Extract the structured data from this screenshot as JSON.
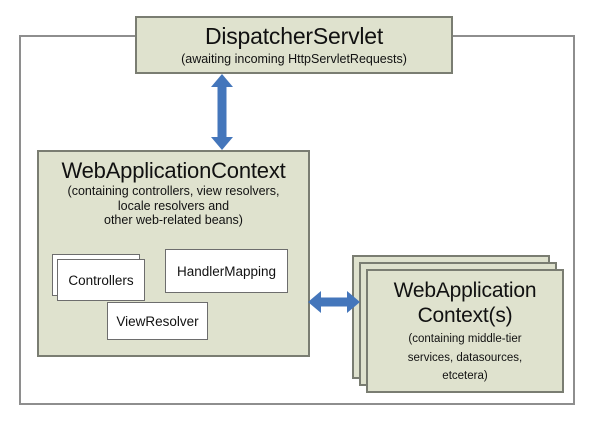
{
  "diagram": {
    "type": "architecture-block-diagram",
    "colors": {
      "box_fill": "#dfe2ce",
      "box_border": "#7a7d72",
      "inner_box_fill": "#ffffff",
      "inner_box_border": "#6d6d6d",
      "arrow": "#4476bb",
      "frame_border": "#8e8e8e",
      "background": "#ffffff",
      "text": "#111111"
    },
    "dispatcher_servlet": {
      "title": "DispatcherServlet",
      "subtitle": "(awaiting incoming HttpServletRequests)"
    },
    "web_application_context": {
      "title": "WebApplicationContext",
      "subtitle_lines": [
        "(containing controllers, view resolvers,",
        "locale resolvers and",
        "other web-related beans)"
      ],
      "inner_boxes": [
        {
          "label": "Controllers",
          "stacked": true
        },
        {
          "label": "HandlerMapping",
          "stacked": false
        },
        {
          "label": "ViewResolver",
          "stacked": false
        }
      ]
    },
    "backend_contexts": {
      "title_line_1": "WebApplication",
      "title_line_2": "Context(s)",
      "subtitle_lines": [
        "(containing middle-tier",
        "services, datasources,",
        "etcetera)"
      ],
      "stack_count": 3
    },
    "arrows": [
      {
        "name": "dispatcher-to-webapp-context",
        "orientation": "vertical",
        "heads": "both"
      },
      {
        "name": "webapp-context-to-backend-contexts",
        "orientation": "horizontal",
        "heads": "both"
      }
    ]
  }
}
